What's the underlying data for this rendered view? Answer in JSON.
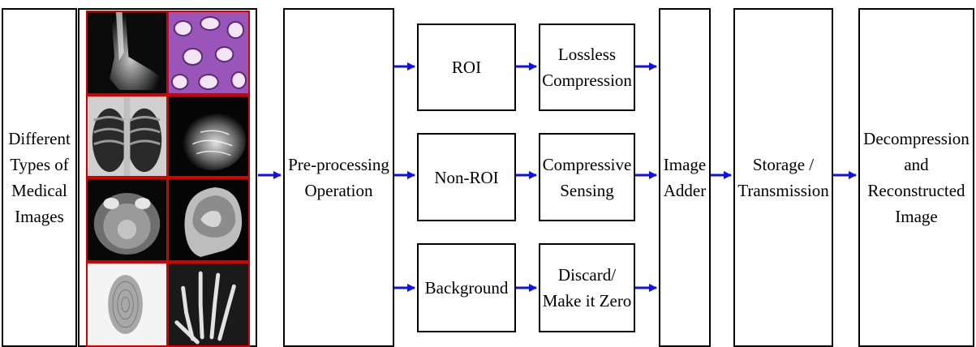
{
  "diagram": {
    "input": {
      "label": "Different\nTypes of\nMedical\nImages"
    },
    "thumbnails": [
      {
        "icon": "ankle-xray-image"
      },
      {
        "icon": "histology-tissue-image"
      },
      {
        "icon": "chest-xray-image"
      },
      {
        "icon": "mammogram-image"
      },
      {
        "icon": "brain-mri-axial-image"
      },
      {
        "icon": "head-mri-sagittal-image"
      },
      {
        "icon": "fingerprint-image"
      },
      {
        "icon": "hand-xray-image"
      }
    ],
    "preprocessing": {
      "label": "Pre-processing\nOperation"
    },
    "roi": {
      "label": "ROI"
    },
    "non_roi": {
      "label": "Non-ROI"
    },
    "background": {
      "label": "Background"
    },
    "lossless": {
      "label": "Lossless\nCompression"
    },
    "compressive": {
      "label": "Compressive\nSensing"
    },
    "discard": {
      "label": "Discard/\nMake it Zero"
    },
    "adder": {
      "label": "Image\nAdder"
    },
    "storage": {
      "label": "Storage /\nTransmission"
    },
    "output": {
      "label": "Decompression\nand\nReconstructed\nImage"
    },
    "colors": {
      "arrow": "#1010ee",
      "thumbnail_border": "#d40000",
      "box_border": "#000000"
    }
  }
}
